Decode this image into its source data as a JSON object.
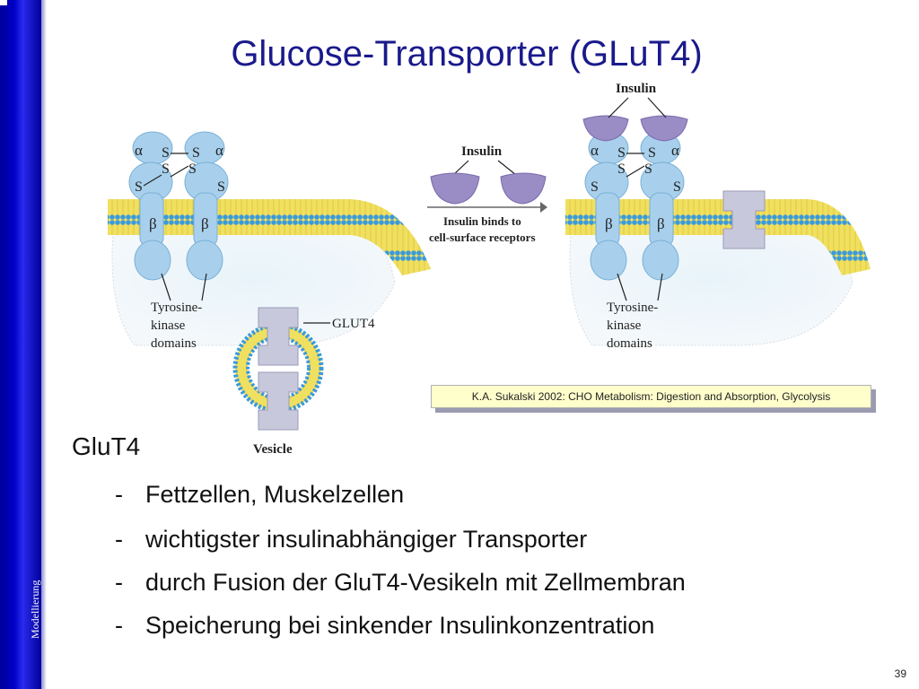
{
  "sidebar": {
    "label": "Modellierung"
  },
  "title": "Glucose-Transporter (GLuT4)",
  "diagram": {
    "left_labels": {
      "alpha": "α",
      "beta": "β",
      "s": "S",
      "tyrosine_line1": "Tyrosine-",
      "tyrosine_line2": "kinase",
      "tyrosine_line3": "domains",
      "glut4": "GLUT4",
      "vesicle": "Vesicle"
    },
    "middle": {
      "insulin": "Insulin",
      "caption_line1": "Insulin binds to",
      "caption_line2": "cell-surface receptors"
    },
    "right_labels": {
      "insulin": "Insulin",
      "tyrosine_line1": "Tyrosine-",
      "tyrosine_line2": "kinase",
      "tyrosine_line3": "domains"
    },
    "colors": {
      "receptor": "#a8d0ec",
      "insulin": "#9a8cc4",
      "transporter": "#c8c8dc",
      "membrane_head": "#3a9adc",
      "membrane_tail": "#f0e060"
    }
  },
  "citation": "K.A. Sukalski 2002: CHO Metabolism: Digestion and Absorption, Glycolysis",
  "content": {
    "heading": "GluT4",
    "dash": "-",
    "bullets": [
      "Fettzellen, Muskelzellen",
      "wichtigster insulinabhängiger Transporter",
      "durch Fusion der GluT4-Vesikeln mit Zellmembran",
      "Speicherung bei sinkender Insulinkonzentration"
    ]
  },
  "page_number": "39"
}
